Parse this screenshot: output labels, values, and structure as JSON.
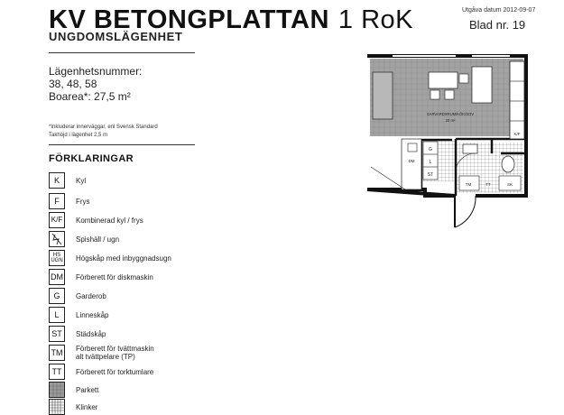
{
  "header": {
    "title": "KV BETONGPLATTAN",
    "rooms": "1 RoK",
    "subtitle": "UNGDOMSLÄGENHET",
    "issue_date": "Utgåva datum 2012-09-07",
    "sheet": "Blad nr. 19"
  },
  "apartment": {
    "number_label": "Lägenhetsnummer:",
    "numbers": "38, 48, 58",
    "area": "Boarea*: 27,5 m²",
    "note_1": "*Inkluderar innerväggar, enl Svensk Standard",
    "note_2": "Takhöjd i lägenhet 2,5 m"
  },
  "legend": {
    "title": "FÖRKLARINGAR",
    "items": [
      {
        "symbol": "K",
        "label": "Kyl"
      },
      {
        "symbol": "F",
        "label": "Frys"
      },
      {
        "symbol": "K/F",
        "label": "Kombinerad kyl / frys"
      },
      {
        "symbol": "",
        "label": "Spishäll / ugn"
      },
      {
        "symbol_top": "HS",
        "symbol_bottom": "UGN",
        "label": "Högskåp med inbyggnadsugn"
      },
      {
        "symbol": "DM",
        "label": "Förberett för diskmaskin"
      },
      {
        "symbol": "G",
        "label": "Garderob"
      },
      {
        "symbol": "L",
        "label": "Linneskåp"
      },
      {
        "symbol": "ST",
        "label": "Städskåp"
      },
      {
        "symbol": "TM",
        "label": "Förberett för tvättmaskin\nalt tvättpelare (TP)"
      },
      {
        "symbol": "TT",
        "label": "Förberett för torktumlare"
      },
      {
        "symbol": "",
        "label": "Parkett"
      },
      {
        "symbol": "",
        "label": "Klinker"
      }
    ]
  },
  "plan": {
    "room_name": "SARVARDSRUM/KÖK/SOV",
    "room_area": "20 m²",
    "labels": [
      "K/F",
      "G",
      "L",
      "ST",
      "DM",
      "TM",
      "TT",
      "SK"
    ]
  }
}
